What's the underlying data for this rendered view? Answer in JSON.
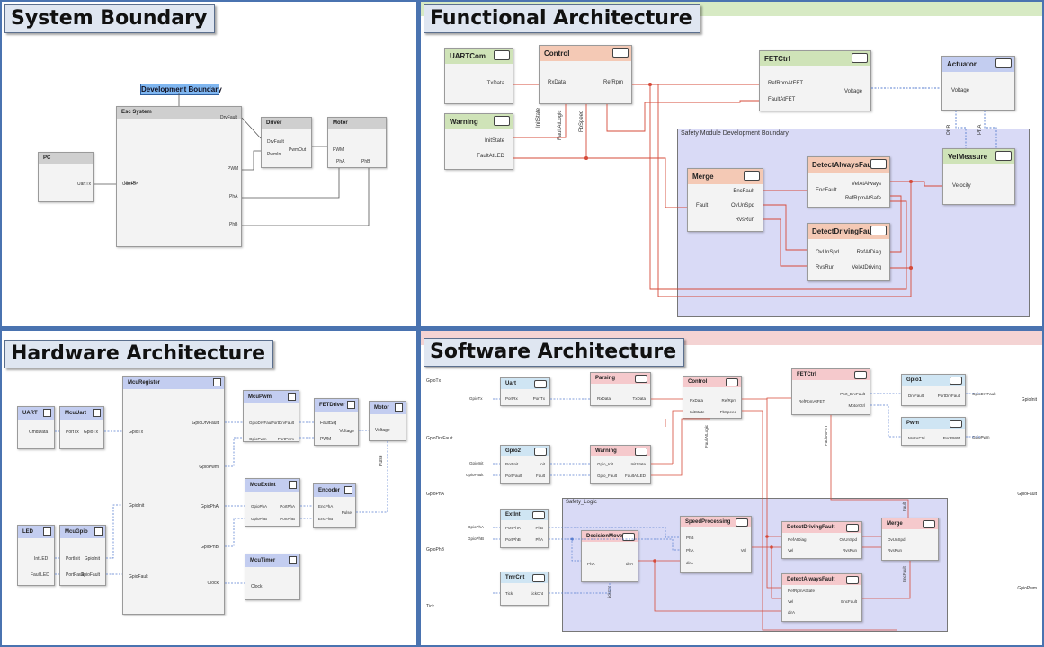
{
  "titles": {
    "system": "System Boundary",
    "functional": "Functional Architecture",
    "hardware": "Hardware Architecture",
    "software": "Software Architecture"
  },
  "system": {
    "dev_boundary": "Development Boundary",
    "esc": {
      "title": "Esc System",
      "ports": [
        "UartRx",
        "DrvFault",
        "PWM",
        "PhA",
        "PhB"
      ]
    },
    "pc": {
      "title": "PC",
      "ports": [
        "UartTx"
      ]
    },
    "driver": {
      "title": "Driver",
      "ports": [
        "DrvFault",
        "PwmIn",
        "PwmOut"
      ]
    },
    "motor": {
      "title": "Motor",
      "ports": [
        "PWM",
        "PhA",
        "PhB"
      ]
    }
  },
  "functional": {
    "boundary": "Safety Module Development Boundary",
    "uartcom": {
      "title": "UARTCom",
      "ports": [
        "TxData"
      ]
    },
    "warning": {
      "title": "Warning",
      "ports": [
        "InitState",
        "FaultAtLED"
      ]
    },
    "control": {
      "title": "Control",
      "ports": [
        "RxData",
        "RefRpm",
        "InitState",
        "FaultAtLogic",
        "FbSpeed"
      ]
    },
    "fetctrl": {
      "title": "FETCtrl",
      "ports": [
        "RefRpmAtFET",
        "FaultAtFET",
        "Voltage"
      ]
    },
    "actuator": {
      "title": "Actuator",
      "ports": [
        "Voltage",
        "PhB",
        "PhA"
      ]
    },
    "velmeasure": {
      "title": "VelMeasure",
      "ports": [
        "Velocity"
      ]
    },
    "merge": {
      "title": "Merge",
      "ports": [
        "EncFault",
        "OvUnSpd",
        "Fault",
        "RvsRun"
      ]
    },
    "detectalways": {
      "title": "DetectAlwaysFault",
      "ports": [
        "EncFault",
        "VelAtAlways",
        "RefRpmAtSafe"
      ]
    },
    "detectdriving": {
      "title": "DetectDrivingFault",
      "ports": [
        "OvUnSpd",
        "RefAtDiag",
        "RvsRun",
        "VelAtDriving"
      ]
    }
  },
  "hardware": {
    "uart": {
      "title": "UART",
      "ports": [
        "CmdData"
      ]
    },
    "mcuuart": {
      "title": "McuUart",
      "ports": [
        "PortTx",
        "GpioTx"
      ]
    },
    "led": {
      "title": "LED",
      "ports": [
        "IntLED",
        "FaultLED"
      ]
    },
    "mcugpio": {
      "title": "McuGpio",
      "ports": [
        "PortInit",
        "PortFault",
        "GpioInit",
        "GpioFault"
      ]
    },
    "mcuregister": {
      "title": "McuRegister",
      "ports": [
        "GpioTx",
        "GpioInit",
        "GpioFault",
        "GpioDrvFault",
        "GpioPwm",
        "GpioPhA",
        "GpioPhB",
        "Clock"
      ]
    },
    "mcupwm": {
      "title": "McuPwm",
      "ports": [
        "GpioDrvFault",
        "GpioPwm",
        "PortDrvFault",
        "PortPwm"
      ]
    },
    "fetdriver": {
      "title": "FETDriver",
      "ports": [
        "FaultSig",
        "PWM",
        "Voltage"
      ]
    },
    "motor": {
      "title": "Motor",
      "ports": [
        "Voltage",
        "Pulse"
      ]
    },
    "mcuextint": {
      "title": "McuExtInt",
      "ports": [
        "GpioPhA",
        "GpioPhB",
        "PortPhA",
        "PortPhB"
      ]
    },
    "encoder": {
      "title": "Encoder",
      "ports": [
        "EncPhA",
        "EncPhB",
        "Pulse"
      ]
    },
    "mcutimer": {
      "title": "McuTimer",
      "ports": [
        "Clock"
      ]
    }
  },
  "software": {
    "boundary": "Safety_Logic",
    "left_io": [
      "GpioTx",
      "GpioDrvFault",
      "GpioPhA",
      "GpioPhB",
      "Tick"
    ],
    "right_io": [
      "GpioInit",
      "GpioFault",
      "GpioPwm"
    ],
    "uart": {
      "title": "Uart",
      "ports": [
        "GpioTx",
        "PortRx",
        "PortTx"
      ]
    },
    "parsing": {
      "title": "Parsing",
      "ports": [
        "RxData",
        "TxData"
      ]
    },
    "control": {
      "title": "Control",
      "ports": [
        "RxData",
        "InitState",
        "RefRpm",
        "FbSpeed",
        "FaultAtLogic"
      ]
    },
    "fetctrl": {
      "title": "FETCtrl",
      "ports": [
        "RefRpmAtFET",
        "Port_DrvFault",
        "MotorCtrl",
        "FaultAtFET"
      ]
    },
    "gpio1": {
      "title": "Gpio1",
      "ports": [
        "DrvFault",
        "PortDrvFault",
        "GpioDrvFault"
      ]
    },
    "pwm": {
      "title": "Pwm",
      "ports": [
        "MotorCtrl",
        "PortPWM",
        "GpioPwm"
      ]
    },
    "gpio2": {
      "title": "Gpio2",
      "ports": [
        "GpioInit",
        "GpioFault",
        "PortInit",
        "PortFault",
        "Init",
        "Fault"
      ]
    },
    "warning": {
      "title": "Warning",
      "ports": [
        "Gpio_Init",
        "Gpio_Fault",
        "InitState",
        "FaultAtLED"
      ]
    },
    "extint": {
      "title": "ExtInt",
      "ports": [
        "GpioPhA",
        "GpioPhB",
        "PortPhA",
        "PortPhB",
        "PhB",
        "PhA"
      ]
    },
    "tmrcnt": {
      "title": "TmrCnt",
      "ports": [
        "Tick",
        "tickCnt"
      ]
    },
    "decisionmove": {
      "title": "DecisionMove",
      "ports": [
        "PhA",
        "dirA",
        "tickCnt"
      ]
    },
    "speedprocessing": {
      "title": "SpeedProcessing",
      "ports": [
        "PhB",
        "PhA",
        "dirA",
        "Vel"
      ]
    },
    "detectdriving": {
      "title": "DetectDrivingFault",
      "ports": [
        "RefAtDiag",
        "Vel",
        "OvUnSpd",
        "RvsRun"
      ]
    },
    "detectalways": {
      "title": "DetectAlwaysFault",
      "ports": [
        "RefRpmAtSafe",
        "Vel",
        "dirA",
        "EncFault"
      ]
    },
    "merge": {
      "title": "Merge",
      "ports": [
        "OvUnSpd",
        "RvsRun",
        "EncFault",
        "Fault"
      ]
    }
  },
  "colors": {
    "frame": "#4a73b0",
    "wire_red": "#d64b3a",
    "wire_blue": "#5a7fd0"
  }
}
